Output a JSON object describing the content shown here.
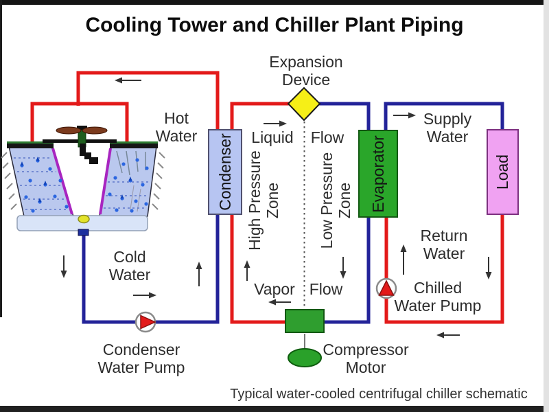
{
  "title": "Cooling Tower and Chiller Plant Piping",
  "caption": "Typical water-cooled centrifugal chiller schematic",
  "components": {
    "condenser": "Condenser",
    "evaporator": "Evaporator",
    "load": "Load",
    "compressor_motor": "Compressor\nMotor",
    "expansion_device": "Expansion\nDevice"
  },
  "labels": {
    "hot_water": "Hot\nWater",
    "cold_water": "Cold\nWater",
    "condenser_water_pump": "Condenser\nWater Pump",
    "chilled_water_pump": "Chilled\nWater Pump",
    "supply_water": "Supply\nWater",
    "return_water": "Return\nWater",
    "liquid": "Liquid",
    "flow_high_side": "Flow",
    "vapor": "Vapor",
    "flow_low_side": "Flow",
    "high_pressure_zone": "High Pressure\nZone",
    "low_pressure_zone": "Low Pressure\nZone"
  },
  "colors": {
    "hot_water_pipe": "#e31a1a",
    "cold_water_pipe": "#232399",
    "condenser_fill": "#b7c5f2",
    "evaporator_fill": "#2aa62a",
    "load_fill": "#f0a2f2",
    "compressor_fill": "#2f9e2f",
    "expansion_device_fill": "#f6ef17",
    "pump_triangle": "#e31a1a",
    "arrow": "#333333"
  }
}
